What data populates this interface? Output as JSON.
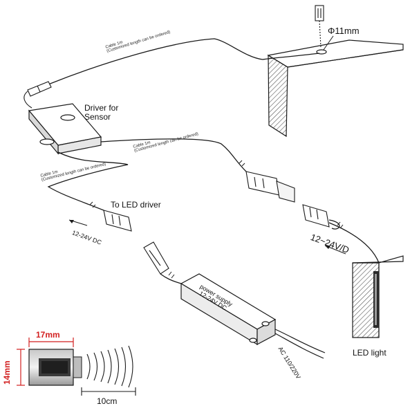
{
  "labels": {
    "hole_size": "Φ11mm",
    "driver_for_sensor": "Driver for\nSensor",
    "to_led_driver": "To LED driver",
    "voltage_arrow": "12~24V/D",
    "voltage_small": "12-24V DC",
    "led_light": "LED light",
    "ac_input": "AC 110/220V",
    "power_supply_line1": "power supply",
    "power_supply_line2": "12-24V DC",
    "cable_note_line1": "Cable 1m",
    "cable_note_line2": "(Customized length can be ordered)"
  },
  "dimensions": {
    "width": "17mm",
    "height": "14mm",
    "range": "10cm"
  },
  "colors": {
    "line": "#1a1a1a",
    "dimension_red": "#d21f1f",
    "hatch": "#555555",
    "led_strip": "#2b2b2b"
  }
}
